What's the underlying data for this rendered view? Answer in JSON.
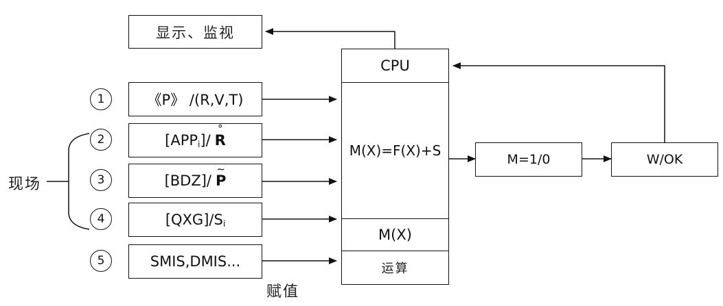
{
  "display_box": {
    "label": "显示、监视"
  },
  "cpu_block": {
    "cpu_label": "CPU",
    "formula": "M(X)=F(X)+S",
    "mx_label": "M(X)",
    "compute_label": "运算"
  },
  "inputs": [
    {
      "number": "1",
      "text": "《P》 /(R,V,T)"
    },
    {
      "number": "2",
      "prefix": "[APP",
      "sub": "i",
      "suffix": "]/",
      "symbol": "R",
      "accent": "°"
    },
    {
      "number": "3",
      "prefix": "[BDZ]/",
      "symbol": "P",
      "accent": "~"
    },
    {
      "number": "4",
      "prefix": "[QXG]/S",
      "sub": "i"
    },
    {
      "number": "5",
      "text": "SMIS,DMIS..."
    }
  ],
  "field_label": "现场",
  "assign_label": "赋值",
  "decision_box": {
    "label": "M=1/0"
  },
  "result_box": {
    "label": "W/OK"
  }
}
